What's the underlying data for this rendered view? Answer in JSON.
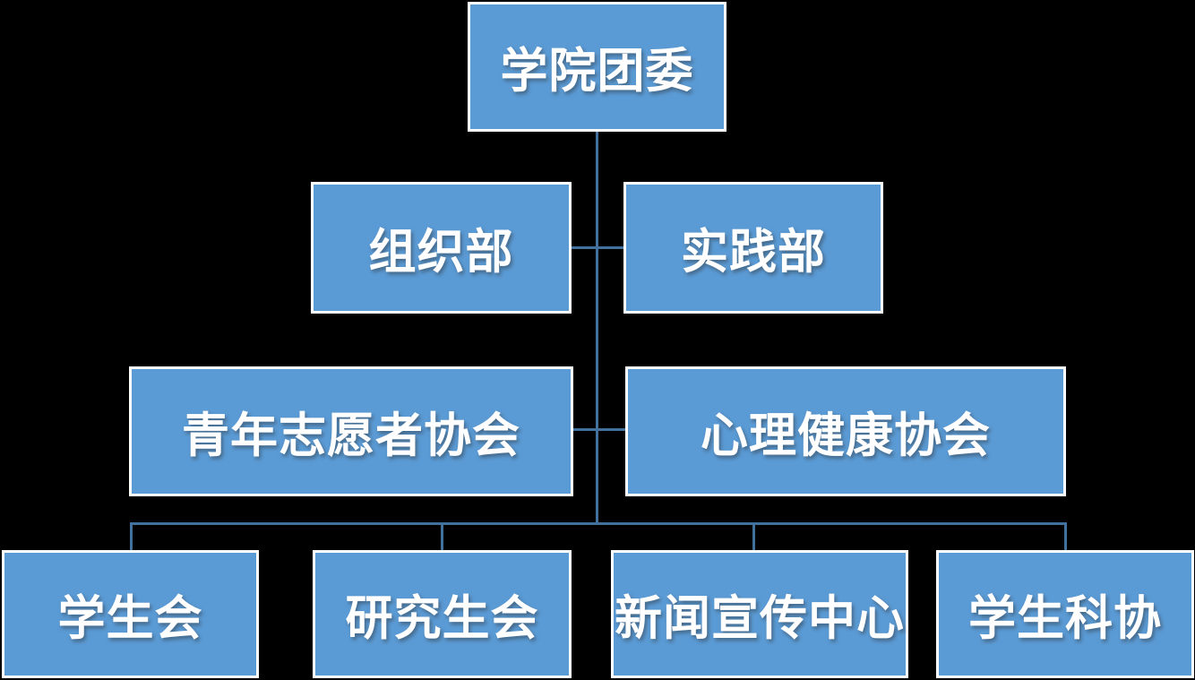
{
  "org": {
    "root": {
      "label": "学院团委"
    },
    "level2": [
      {
        "label": "组织部"
      },
      {
        "label": "实践部"
      }
    ],
    "level3": [
      {
        "label": "青年志愿者协会"
      },
      {
        "label": "心理健康协会"
      }
    ],
    "level4": [
      {
        "label": "学生会"
      },
      {
        "label": "研究生会"
      },
      {
        "label": "新闻宣传中心"
      },
      {
        "label": "学生科协"
      }
    ],
    "edges": [
      {
        "from": "学院团委",
        "to": "组织部"
      },
      {
        "from": "学院团委",
        "to": "实践部"
      },
      {
        "from": "学院团委",
        "to": "青年志愿者协会"
      },
      {
        "from": "学院团委",
        "to": "心理健康协会"
      },
      {
        "from": "学院团委",
        "to": "学生会"
      },
      {
        "from": "学院团委",
        "to": "研究生会"
      },
      {
        "from": "学院团委",
        "to": "新闻宣传中心"
      },
      {
        "from": "学院团委",
        "to": "学生科协"
      }
    ]
  },
  "colors": {
    "background": "#000000",
    "box_fill": "#5B9BD5",
    "box_border": "#FFFFFF",
    "connector": "#41719C",
    "text": "#FFFFFF"
  }
}
